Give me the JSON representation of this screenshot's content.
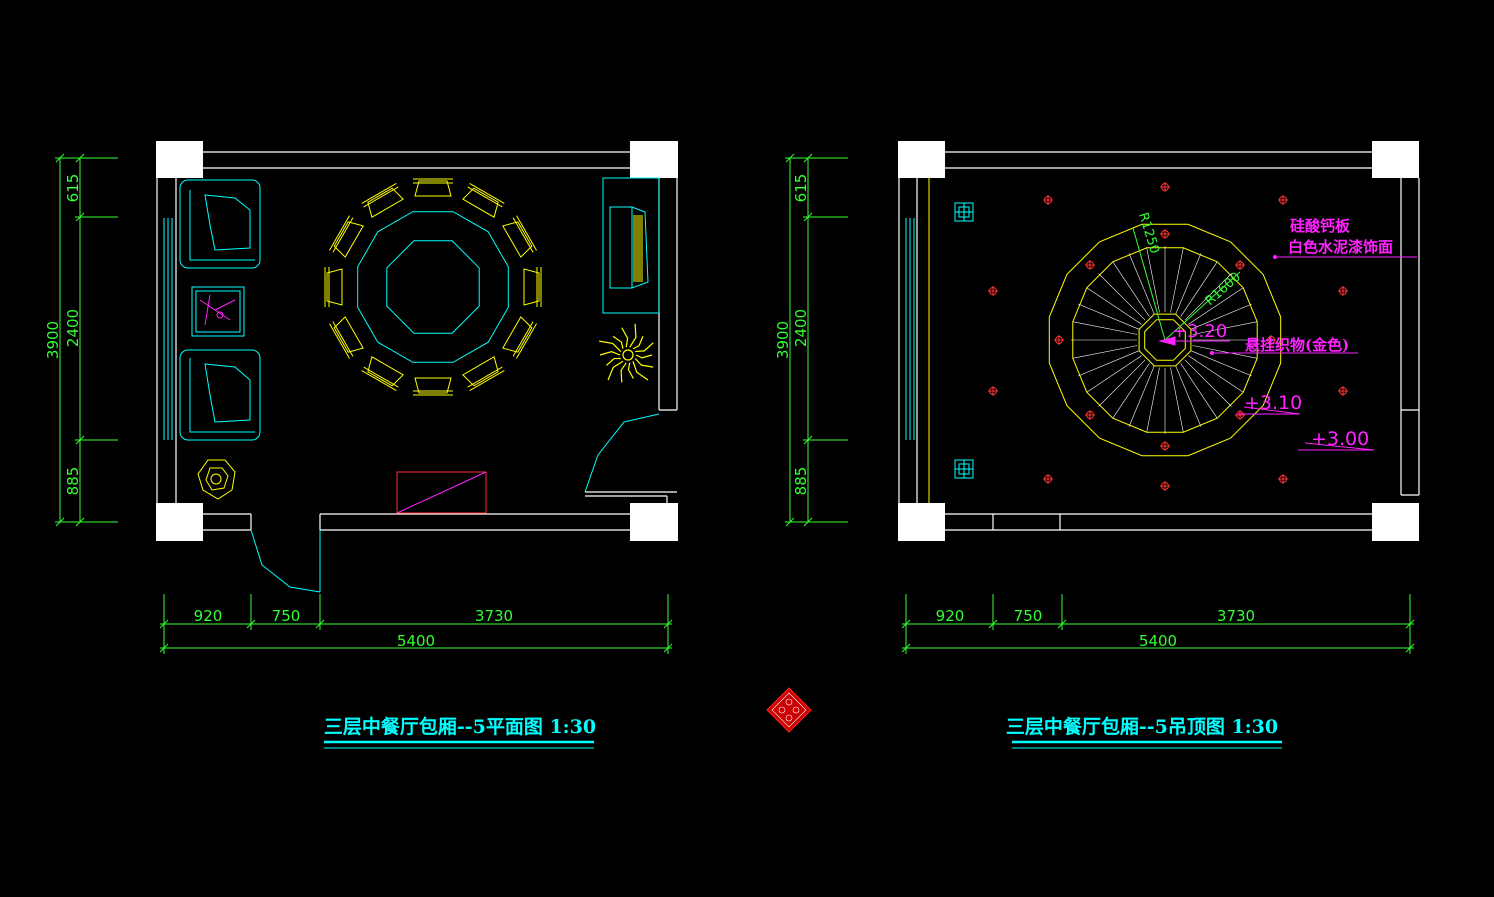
{
  "plan": {
    "title": "三层中餐厅包厢--5平面图 1:30",
    "vertical_dims": {
      "total": "3900",
      "top": "615",
      "middle": "2400",
      "bottom": "885"
    },
    "horizontal_dims": {
      "seg1": "920",
      "seg2": "750",
      "seg3": "3730",
      "total": "5400"
    }
  },
  "ceiling": {
    "title": "三层中餐厅包厢--5吊顶图 1:30",
    "vertical_dims": {
      "total": "3900",
      "top": "615",
      "middle": "2400",
      "bottom": "885"
    },
    "horizontal_dims": {
      "seg1": "920",
      "seg2": "750",
      "seg3": "3730",
      "total": "5400"
    },
    "annotations": {
      "material_1": "硅酸钙板",
      "material_2": "白色水泥漆饰面",
      "hanging": "悬挂织物(金色)",
      "level_top": "+3.20",
      "level_mid": "+3.10",
      "level_base": "+3.00",
      "radius_outer": "R1250",
      "radius_inner": "R1600"
    }
  },
  "colors": {
    "background": "#000000",
    "wall": "#ffffff",
    "dimension": "#33ff33",
    "furniture": "#00ffff",
    "chair": "#ffff00",
    "annotation": "#ff22ff",
    "fixture": "#ff3333"
  },
  "icons": {
    "stamp": "red-seal-logo"
  }
}
